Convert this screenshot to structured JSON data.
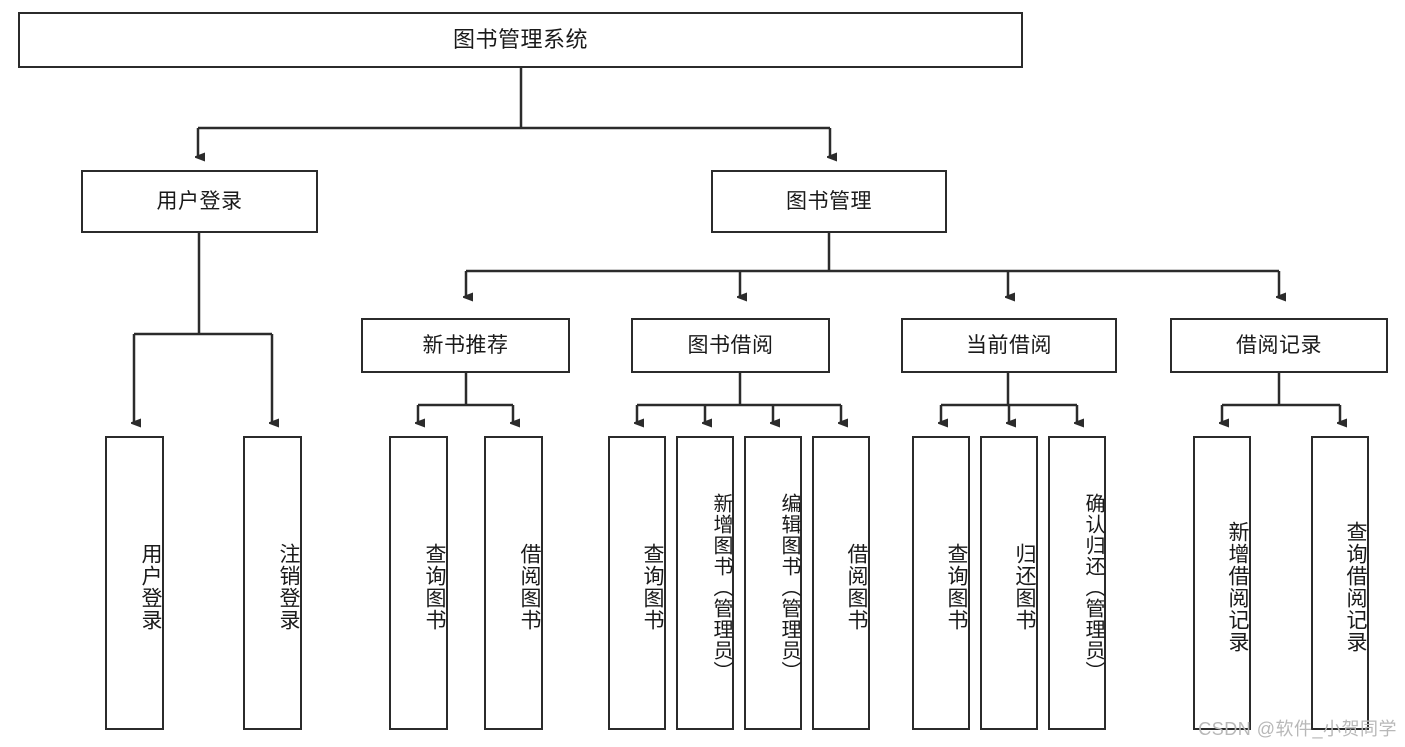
{
  "diagram": {
    "title": "图书管理系统",
    "type": "tree-hierarchy-diagram",
    "colors": {
      "box_border": "#2b2b2b",
      "box_fill": "#ffffff",
      "edge": "#2b2b2b",
      "text": "#1a1a1a",
      "watermark": "#b8b8b8",
      "background": "#ffffff"
    },
    "root": {
      "label": "图书管理系统"
    },
    "level2": [
      {
        "label": "用户登录"
      },
      {
        "label": "图书管理"
      }
    ],
    "level3": [
      {
        "label": "新书推荐"
      },
      {
        "label": "图书借阅"
      },
      {
        "label": "当前借阅"
      },
      {
        "label": "借阅记录"
      }
    ],
    "leaves": {
      "user_login": [
        {
          "label": "用户登录"
        },
        {
          "label": "注销登录"
        }
      ],
      "new_book": [
        {
          "label": "查询图书"
        },
        {
          "label": "借阅图书"
        }
      ],
      "book_borrow": [
        {
          "label": "查询图书"
        },
        {
          "label": "新增图书（管理员）"
        },
        {
          "label": "编辑图书（管理员）"
        },
        {
          "label": "借阅图书"
        }
      ],
      "current_borrow": [
        {
          "label": "查询图书"
        },
        {
          "label": "归还图书"
        },
        {
          "label": "确认归还（管理员）"
        }
      ],
      "borrow_record": [
        {
          "label": "新增借阅记录"
        },
        {
          "label": "查询借阅记录"
        }
      ]
    },
    "watermark": "CSDN @软件_小贺同学"
  }
}
